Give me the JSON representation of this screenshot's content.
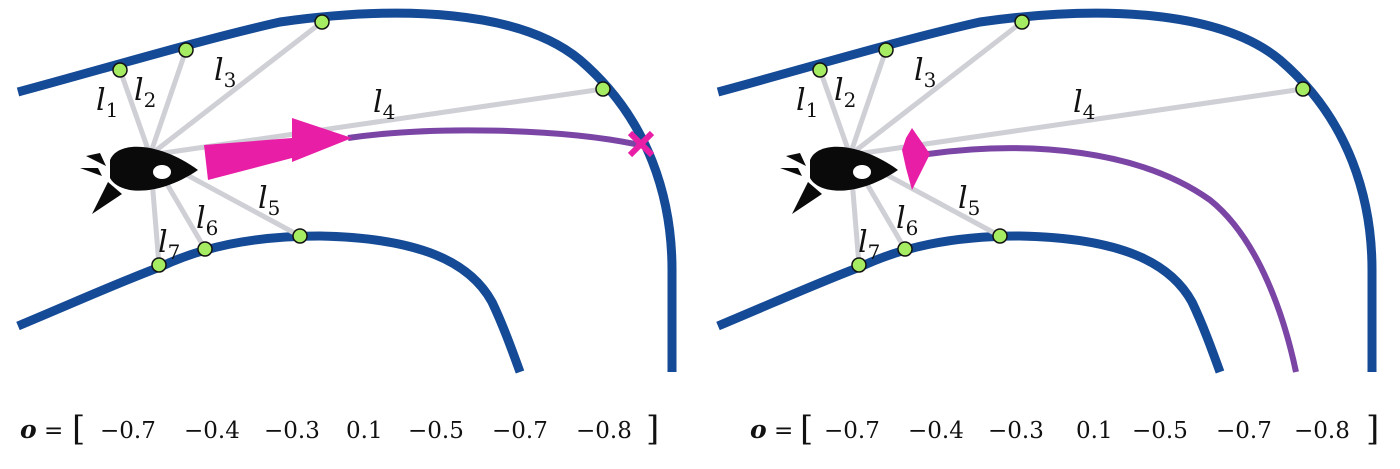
{
  "colors": {
    "track": "#154a96",
    "ray": "#cfcfd6",
    "hit_point": "#a6ec62",
    "action_arrow": "#e81ea7",
    "trajectory": "#7b45a5",
    "crash": "#e81ea7",
    "agent": "#0a0a0a"
  },
  "icons": {
    "agent": "fish-rocket-icon",
    "crash": "cross-mark-icon"
  },
  "panels": [
    {
      "ray_labels": [
        {
          "base": "l",
          "sub": "1"
        },
        {
          "base": "l",
          "sub": "2"
        },
        {
          "base": "l",
          "sub": "3"
        },
        {
          "base": "l",
          "sub": "4"
        },
        {
          "base": "l",
          "sub": "5"
        },
        {
          "base": "l",
          "sub": "6"
        },
        {
          "base": "l",
          "sub": "7"
        }
      ],
      "observation": {
        "symbol": "o",
        "equals": "=",
        "open": "[",
        "close": "]",
        "values": [
          "−0.7",
          "−0.4",
          "−0.3",
          "0.1",
          "−0.5",
          "−0.7",
          "−0.8"
        ]
      }
    },
    {
      "ray_labels": [
        {
          "base": "l",
          "sub": "1"
        },
        {
          "base": "l",
          "sub": "2"
        },
        {
          "base": "l",
          "sub": "3"
        },
        {
          "base": "l",
          "sub": "4"
        },
        {
          "base": "l",
          "sub": "5"
        },
        {
          "base": "l",
          "sub": "6"
        },
        {
          "base": "l",
          "sub": "7"
        }
      ],
      "observation": {
        "symbol": "o",
        "equals": "=",
        "open": "[",
        "close": "]",
        "values": [
          "−0.7",
          "−0.4",
          "−0.3",
          "0.1",
          "−0.5",
          "−0.7",
          "−0.8"
        ]
      }
    }
  ]
}
